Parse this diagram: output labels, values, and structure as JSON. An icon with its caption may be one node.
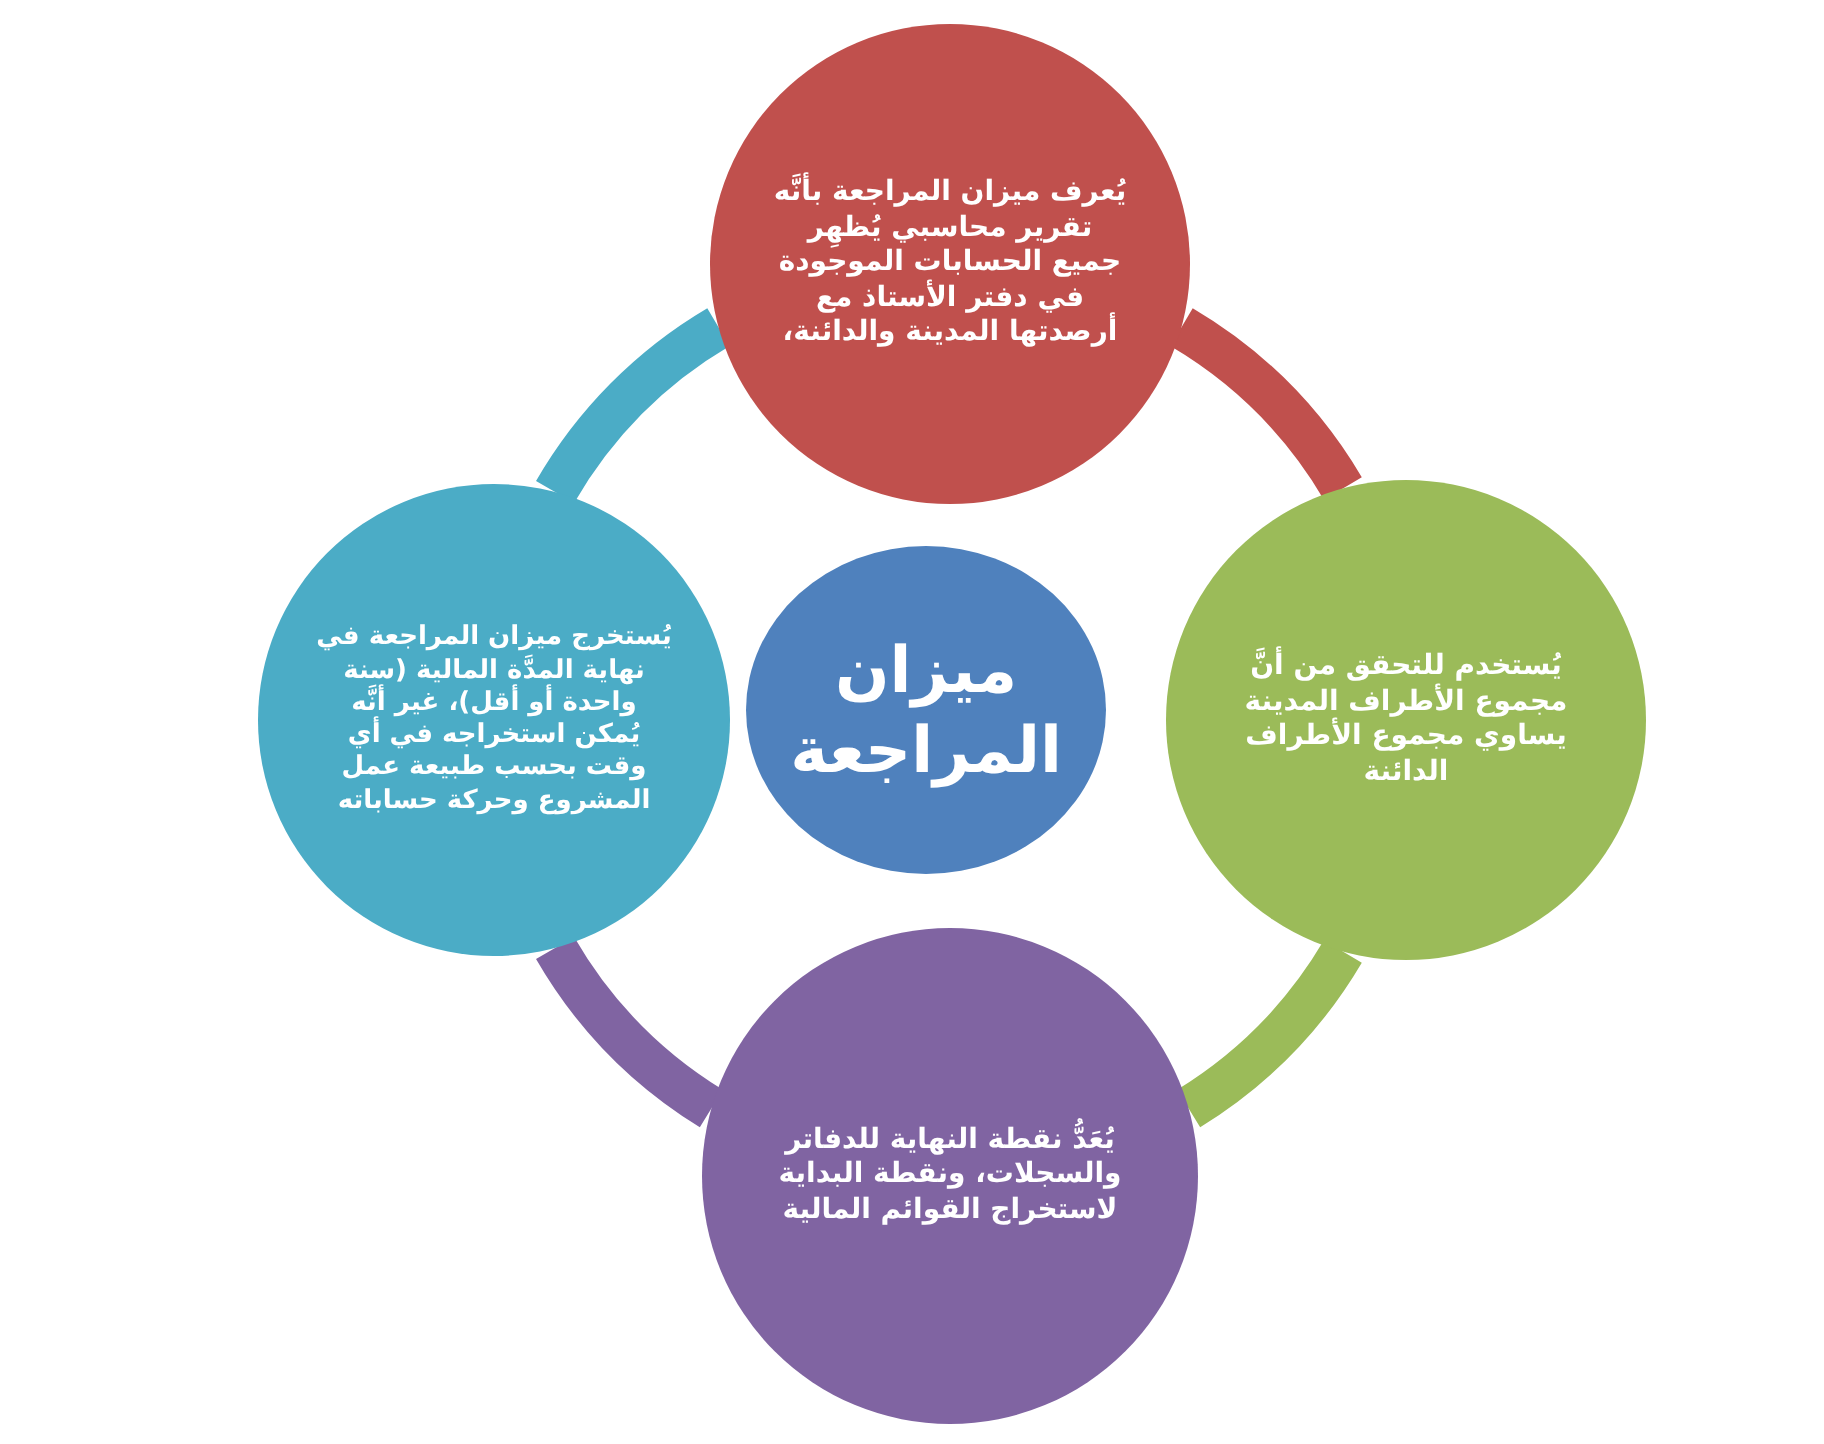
{
  "diagram": {
    "nodes": [
      {
        "text": [
          "يُعرف ميزان المراجعة بأنَّه تقرير محاسبي يُظهِر جميع الحسابات الموجودة في دفتر الأستاذ مع أرصدتها المدينة والدائنة،"
        ]
      },
      {
        "text": [
          "يُستخدم للتحقق من أنَّ مجموع الأطراف المدينة يساوي مجموع الأطراف الدائنة"
        ]
      },
      {
        "text": [
          "يُعَدُّ نقطة النهاية للدفاتر والسجلات، ونقطة البداية لاستخراج القوائم المالية"
        ]
      },
      {
        "text": [
          "يُستخرج ميزان المراجعة في نهاية المدَّة المالية (سنة واحدة أو أقل)، غير أنَّه يُمكن استخراجه في أي وقت بحسب طبيعة عمل المشروع وحركة حساباته"
        ]
      },
      {
        "text": [
          "ميزان المراجعة"
        ]
      }
    ],
    "edges": [
      {
        "from": 0,
        "to": 1,
        "arrow": "none",
        "color": "#c0504d"
      },
      {
        "from": 1,
        "to": 2,
        "arrow": "none",
        "color": "#9bbb59"
      },
      {
        "from": 2,
        "to": 3,
        "arrow": "none",
        "color": "#8064a2"
      },
      {
        "from": 3,
        "to": 0,
        "arrow": "none",
        "color": "#4bacc6"
      }
    ]
  }
}
